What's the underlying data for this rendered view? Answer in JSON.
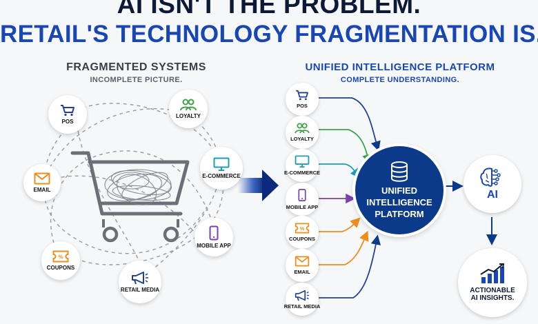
{
  "headline": {
    "line1": "AI ISN'T THE PROBLEM.",
    "line2": "RETAIL'S TECHNOLOGY FRAGMENTATION IS."
  },
  "left": {
    "title": "FRAGMENTED SYSTEMS",
    "subtitle": "INCOMPLETE PICTURE.",
    "nodes": {
      "pos": "POS",
      "loyalty": "LOYALTY",
      "ecommerce": "E-COMMERCE",
      "email": "EMAIL",
      "mobile": "MOBILE APP",
      "coupons": "COUPONS",
      "media": "RETAIL MEDIA"
    }
  },
  "right": {
    "title": "UNIFIED INTELLIGENCE PLATFORM",
    "subtitle": "COMPLETE UNDERSTANDING.",
    "nodes": {
      "pos": "POS",
      "loyalty": "LOYALTY",
      "ecommerce": "E-COMMERCE",
      "mobile": "MOBILE APP",
      "coupons": "COUPONS",
      "email": "EMAIL",
      "media": "RETAIL MEDIA"
    },
    "hub": {
      "line1": "UNIFIED",
      "line2": "INTELLIGENCE",
      "line3": "PLATFORM"
    },
    "ai": "AI",
    "insights": {
      "line1": "ACTIONABLE",
      "line2": "AI INSIGHTS."
    }
  },
  "colors": {
    "navy": "#0c1a36",
    "blue": "#1847b5",
    "hub": "#0b3a8a",
    "pos": "#1f3f9e",
    "loyalty": "#3aa547",
    "ecommerce": "#17a0b8",
    "mobile": "#7a3fb0",
    "coupons": "#f08c1a",
    "email": "#f08c1a",
    "media": "#1f3f9e"
  },
  "icons": [
    "cart-icon",
    "people-icon",
    "monitor-icon",
    "envelope-icon",
    "phone-icon",
    "coupon-icon",
    "megaphone-icon",
    "database-icon",
    "brain-icon",
    "bar-chart-icon"
  ]
}
